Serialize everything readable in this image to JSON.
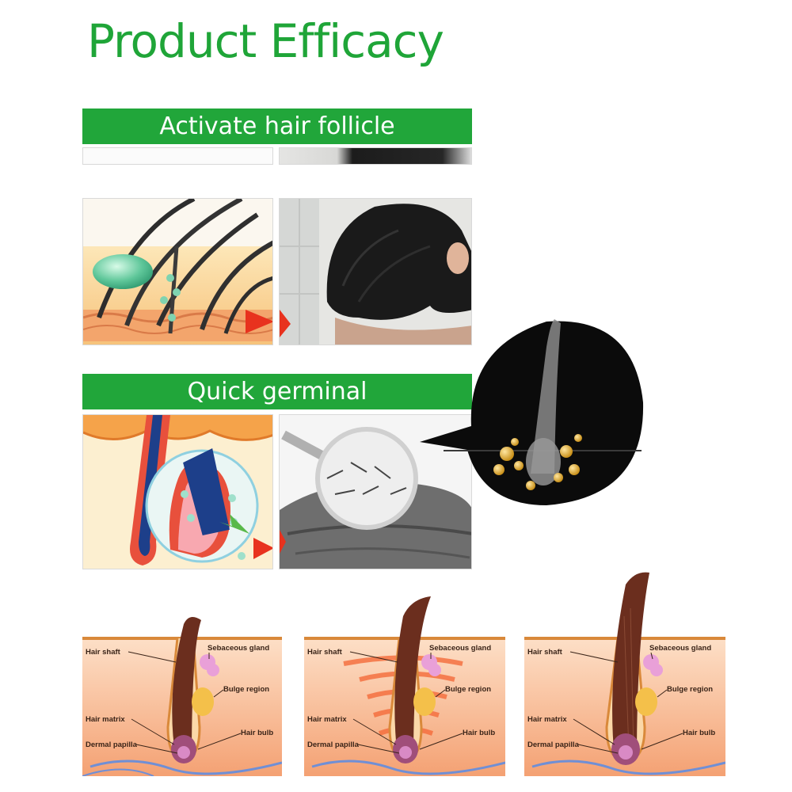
{
  "title": "Product Efficacy",
  "sections": [
    {
      "heading": "Activate hair follicle"
    },
    {
      "heading": "Quick germinal"
    }
  ],
  "diagram_labels": {
    "hair_shaft": "Hair shaft",
    "sebaceous_gland": "Sebaceous gland",
    "bulge_region": "Bulge region",
    "hair_matrix": "Hair matrix",
    "hair_bulb": "Hair bulb",
    "dermal_papilla": "Dermal papilla"
  },
  "colors": {
    "brand_green": "#21a63a",
    "arrow_red": "#e8321e",
    "skin_orange": "#f7b489"
  }
}
